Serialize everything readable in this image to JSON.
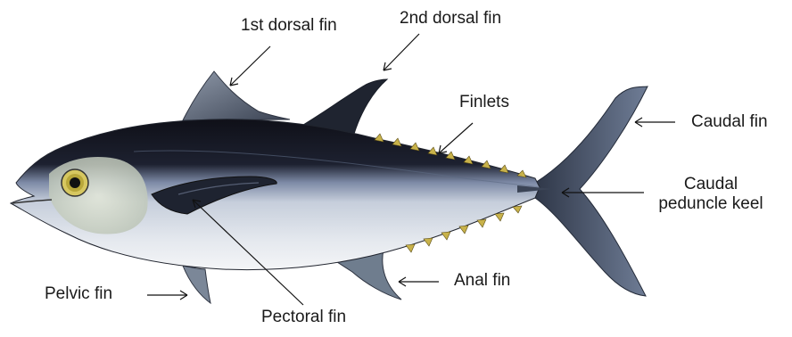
{
  "labels": {
    "first_dorsal_fin": "1st dorsal fin",
    "second_dorsal_fin": "2nd dorsal fin",
    "finlets": "Finlets",
    "caudal_fin": "Caudal fin",
    "caudal_keel_line1": "Caudal",
    "caudal_keel_line2": "peduncle keel",
    "anal_fin": "Anal fin",
    "pelvic_fin": "Pelvic fin",
    "pectoral_fin": "Pectoral fin"
  },
  "colors": {
    "back": "#15151e",
    "flank": "#c9d0dc",
    "belly": "#f1f3f6",
    "fin_dark": "#2a2f3a",
    "finlet_yellow": "#c8b24a",
    "eye": "#c9b84a",
    "text": "#1a1a1a"
  }
}
